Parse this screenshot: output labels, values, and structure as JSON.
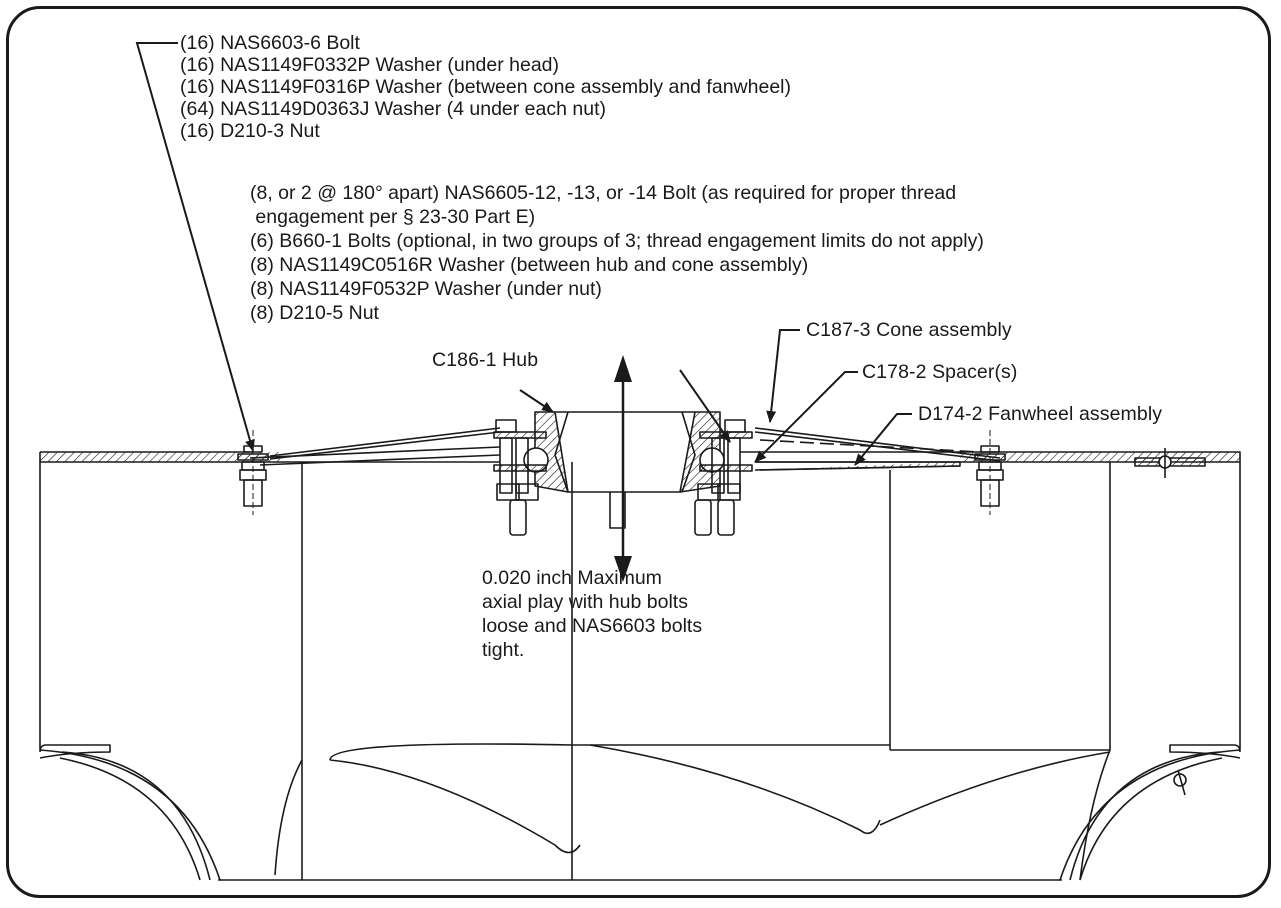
{
  "bolt_group_a": [
    "(16) NAS6603-6 Bolt",
    "(16) NAS1149F0332P Washer (under head)",
    "(16) NAS1149F0316P Washer (between cone assembly and fanwheel)",
    "(64) NAS1149D0363J Washer (4 under each nut)",
    "(16) D210-3 Nut"
  ],
  "bolt_group_b": [
    "(8, or 2 @ 180° apart) NAS6605-12, -13, or -14 Bolt (as required for proper thread",
    " engagement per § 23-30 Part E)",
    "(6) B660-1 Bolts (optional, in two groups of 3; thread engagement limits do not apply)",
    "(8) NAS1149C0516R Washer (between hub and cone assembly)",
    "(8) NAS1149F0532P Washer (under nut)",
    "(8) D210-5 Nut"
  ],
  "part_labels": {
    "hub": "C186-1 Hub",
    "cone": "C187-3 Cone assembly",
    "spacer": "C178-2 Spacer(s)",
    "fanwheel": "D174-2 Fanwheel assembly"
  },
  "axial_play_note": [
    "0.020 inch Maximum",
    "axial play with hub bolts",
    "loose and NAS6603 bolts",
    "tight."
  ]
}
